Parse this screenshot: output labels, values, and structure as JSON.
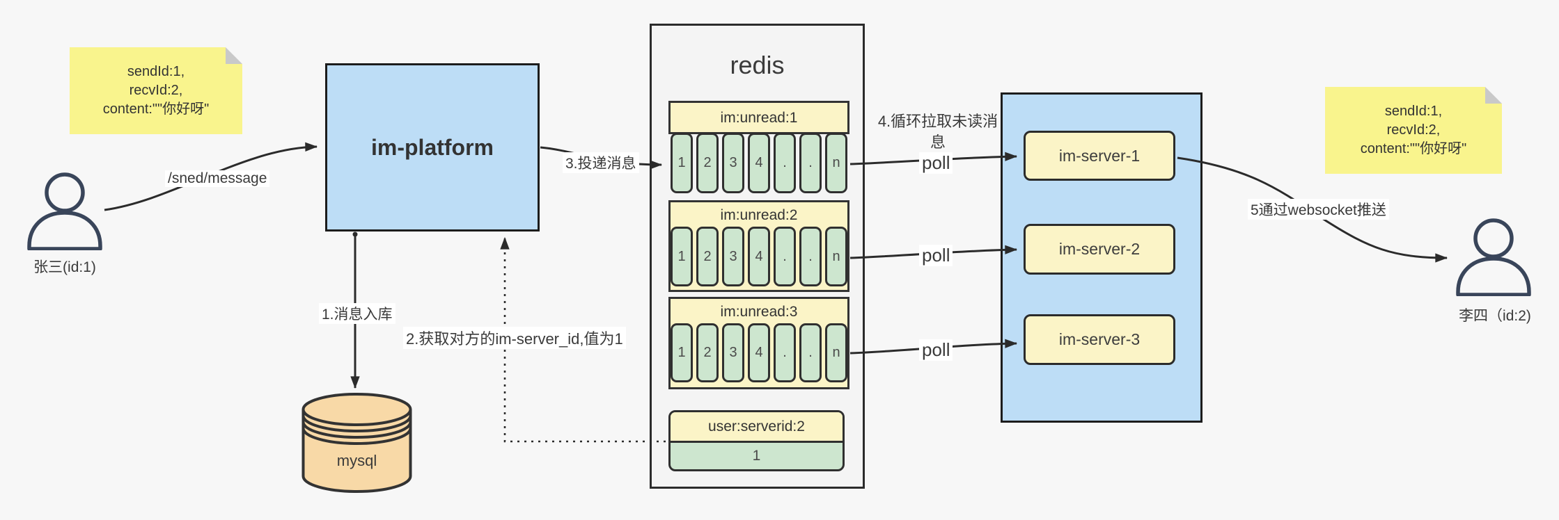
{
  "notes": {
    "sender": {
      "lines": [
        "sendId:1,",
        "recvId:2,",
        "content:\"\"你好呀\""
      ]
    },
    "receiver": {
      "lines": [
        "sendId:1,",
        "recvId:2,",
        "content:\"\"你好呀\""
      ]
    }
  },
  "actors": {
    "sender": {
      "label": "张三(id:1)"
    },
    "receiver": {
      "label": "李四（id:2)"
    }
  },
  "platform": {
    "label": "im-platform"
  },
  "database": {
    "label": "mysql"
  },
  "redis": {
    "title": "redis",
    "queues": [
      {
        "name": "im:unread:1",
        "cells": [
          "1",
          "2",
          "3",
          "4",
          ".",
          ".",
          "n"
        ]
      },
      {
        "name": "im:unread:2",
        "cells": [
          "1",
          "2",
          "3",
          "4",
          ".",
          ".",
          "n"
        ]
      },
      {
        "name": "im:unread:3",
        "cells": [
          "1",
          "2",
          "3",
          "4",
          ".",
          ".",
          "n"
        ]
      }
    ],
    "kv": {
      "key": "user:serverid:2",
      "value": "1"
    }
  },
  "servers": {
    "items": [
      {
        "label": "im-server-1"
      },
      {
        "label": "im-server-2"
      },
      {
        "label": "im-server-3"
      }
    ]
  },
  "flow_labels": {
    "send_api": "/sned/message",
    "step1": "1.消息入库",
    "step2": "2.获取对方的im-server_id,值为1",
    "step3": "3.投递消息",
    "step4": "4.循环拉取未读消息",
    "step5": "5通过websocket推送",
    "poll": "poll"
  },
  "colors": {
    "box_blue": "#BDDDF6",
    "sticky_yellow": "#F9F48D",
    "pale_yellow": "#FBF4C7",
    "cell_green": "#CDE6CF",
    "db_tan": "#F8D9A7",
    "line": "#2B2B2B",
    "canvas_bg": "#F7F7F7"
  }
}
